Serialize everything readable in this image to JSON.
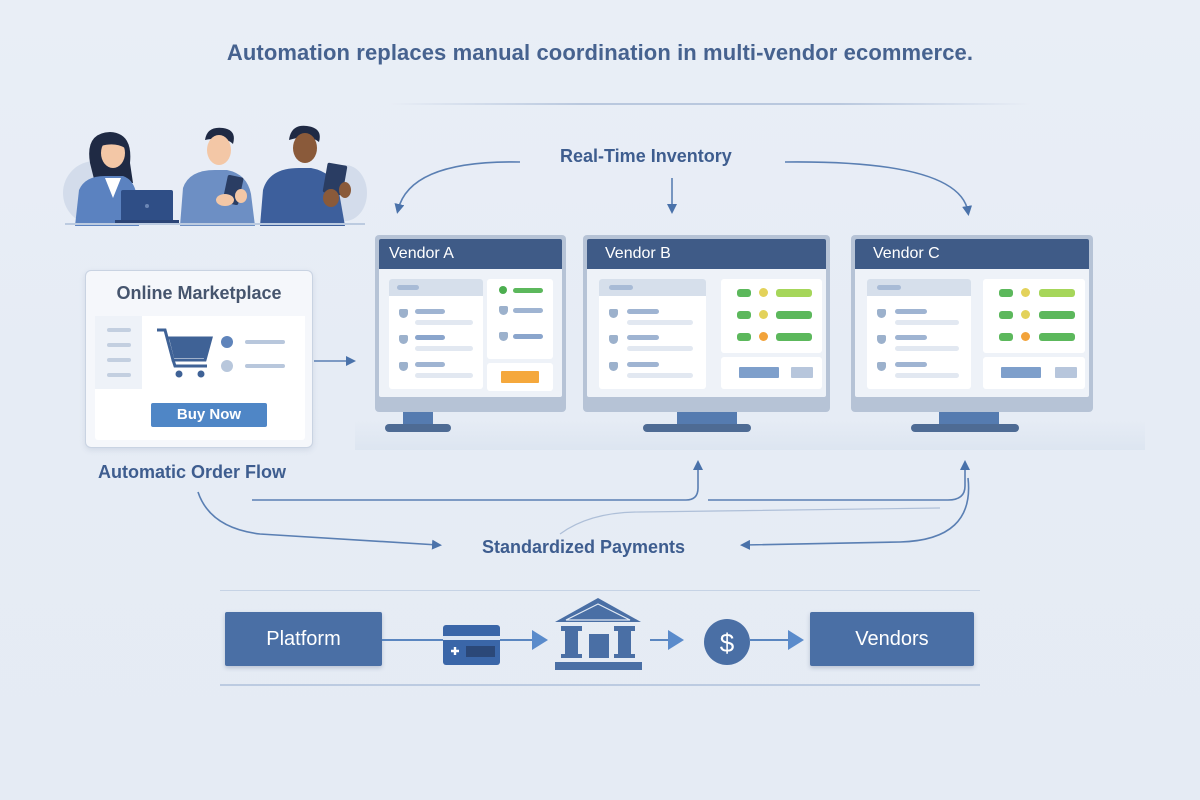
{
  "title": "Automation replaces manual coordination in multi-vendor ecommerce.",
  "illustration": {
    "people": [
      {
        "name": "woman-with-laptop",
        "device": "laptop"
      },
      {
        "name": "man-with-phone",
        "device": "phone"
      },
      {
        "name": "man-with-tablet",
        "device": "tablet"
      }
    ]
  },
  "marketplace": {
    "title": "Online Marketplace",
    "buy_button": "Buy Now",
    "icon": "shopping-cart-icon"
  },
  "labels": {
    "order_flow": "Automatic Order Flow",
    "inventory": "Real-Time Inventory",
    "payments": "Standardized Payments"
  },
  "vendors": [
    {
      "name": "Vendor A",
      "style": "checklist-with-action"
    },
    {
      "name": "Vendor B",
      "style": "status-board"
    },
    {
      "name": "Vendor C",
      "style": "status-board"
    }
  ],
  "status_colors": {
    "green": "#5cb85c",
    "light_green": "#a6d65a",
    "yellow": "#e3d25a",
    "orange": "#f2a33a",
    "action_orange": "#f5a83c",
    "header_blue": "#3f5b87"
  },
  "payment_flow": {
    "steps": [
      {
        "label": "Platform",
        "type": "box"
      },
      {
        "icon": "credit-card-icon",
        "type": "icon"
      },
      {
        "icon": "bank-icon",
        "type": "icon"
      },
      {
        "icon": "dollar-icon",
        "symbol": "$",
        "type": "icon"
      },
      {
        "label": "Vendors",
        "type": "box"
      }
    ]
  }
}
